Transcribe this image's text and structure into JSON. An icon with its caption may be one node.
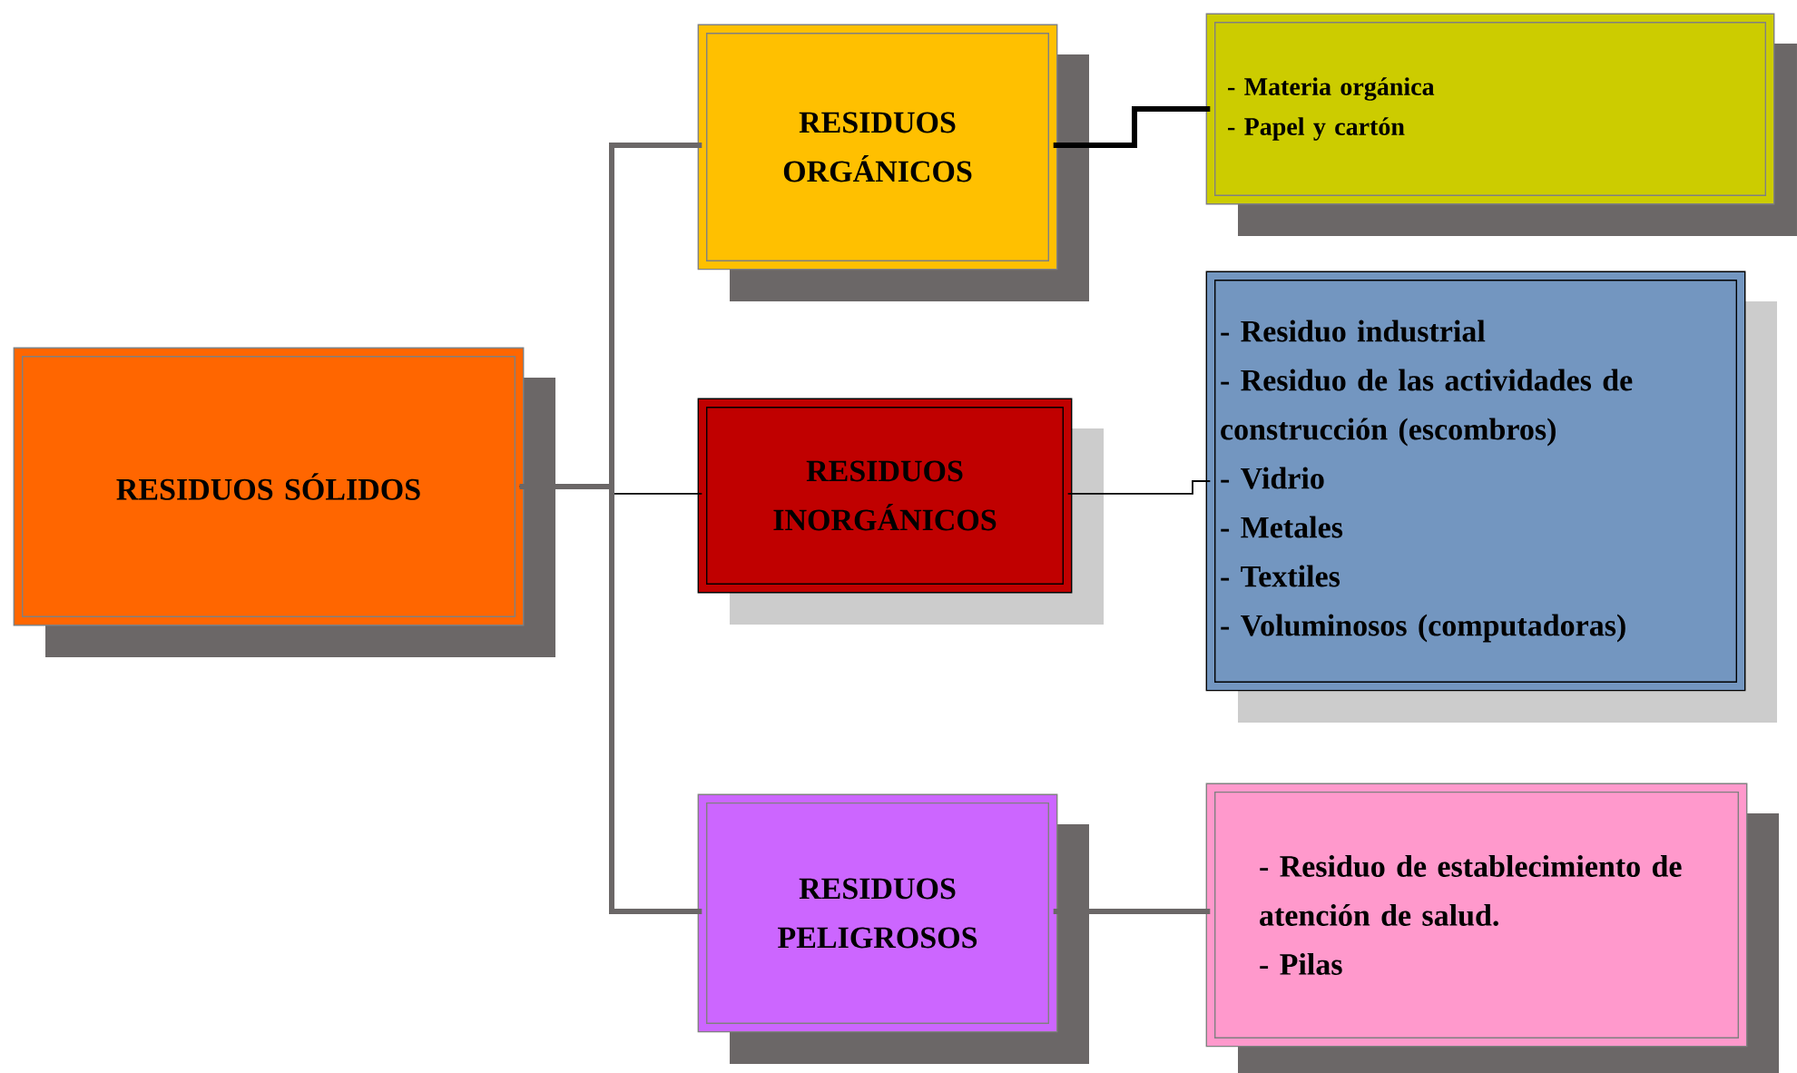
{
  "diagram": {
    "nodes": [
      {
        "text": [
          "RESIDUOS SÓLIDOS"
        ]
      },
      {
        "text": [
          "RESIDUOS ORGÁNICOS"
        ]
      },
      {
        "text": [
          "- Materia orgánica",
          "- Papel y cartón"
        ]
      },
      {
        "text": [
          "RESIDUOS INORGÁNICOS"
        ]
      },
      {
        "text": [
          "- Residuo industrial",
          "- Residuo de las actividades de construcción (escombros)",
          "- Vidrio",
          "- Metales",
          "- Textiles",
          "- Voluminosos (computadoras)"
        ]
      },
      {
        "text": [
          "RESIDUOS PELIGROSOS"
        ]
      },
      {
        "text": [
          "- Residuo de establecimiento de atención de salud.",
          "- Pilas"
        ]
      }
    ],
    "edges": [
      {
        "from": 0,
        "to": 1,
        "arrow": "none"
      },
      {
        "from": 0,
        "to": 3,
        "arrow": "none",
        "color": "#000000"
      },
      {
        "from": 0,
        "to": 5,
        "arrow": "none"
      },
      {
        "from": 1,
        "to": 2,
        "arrow": "none",
        "color": "#000000"
      },
      {
        "from": 3,
        "to": 4,
        "arrow": "none",
        "color": "#000000"
      },
      {
        "from": 5,
        "to": 6,
        "arrow": "none"
      }
    ]
  }
}
